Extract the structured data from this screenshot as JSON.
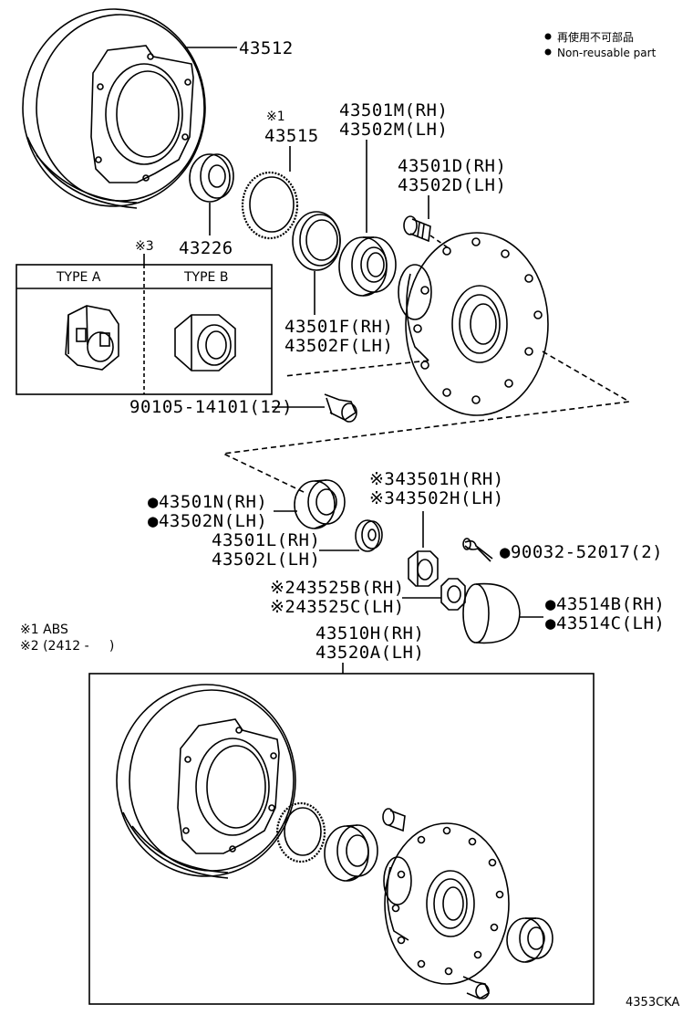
{
  "legend": {
    "jp": "再使用不可部品",
    "en": "Non-reusable part"
  },
  "notes": {
    "n1": "※1 ABS",
    "n2": "※2 (2412 -     )",
    "n3": "※3",
    "n1_mark": "※1"
  },
  "type_box": {
    "a": "TYPE A",
    "b": "TYPE B"
  },
  "labels": {
    "p43512": "43512",
    "p43515": "43515",
    "p43501M": "43501M(RH)",
    "p43502M": "43502M(LH)",
    "p43501D": "43501D(RH)",
    "p43502D": "43502D(LH)",
    "p43226": "43226",
    "p43501F": "43501F(RH)",
    "p43502F": "43502F(LH)",
    "p90105": "90105-14101(12)",
    "p43501N": "●43501N(RH)",
    "p43502N": "●43502N(LH)",
    "p43501H": "※343501H(RH)",
    "p43502H": "※343502H(LH)",
    "p43501L": "43501L(RH)",
    "p43502L": "43502L(LH)",
    "p90032": "●90032-52017(2)",
    "p43525B": "※243525B(RH)",
    "p43525C": "※243525C(LH)",
    "p43514B": "●43514B(RH)",
    "p43514C": "●43514C(LH)",
    "p43510H": "43510H(RH)",
    "p43520A": "43520A(LH)"
  },
  "diagram_code": "4353CKA"
}
